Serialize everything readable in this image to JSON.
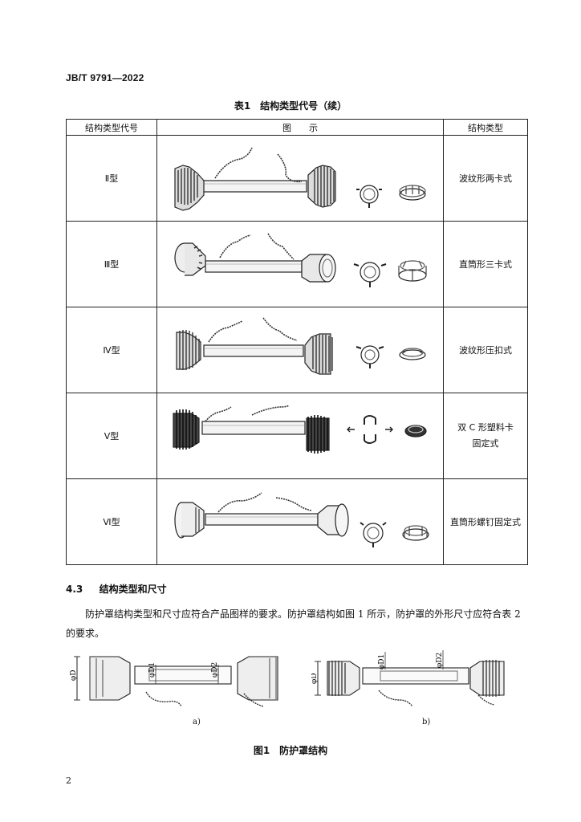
{
  "header": {
    "standard_no": "JB/T 9791—2022"
  },
  "table1": {
    "caption": "表1　结构类型代号（续）",
    "headers": [
      "结构类型代号",
      "图　　示",
      "结构类型"
    ],
    "rows": [
      {
        "code": "Ⅱ型",
        "type": "波纹形两卡式",
        "icon": "corrugated-two-clamp-shaft-drawing"
      },
      {
        "code": "Ⅲ型",
        "type": "直筒形三卡式",
        "icon": "straight-three-clamp-shaft-drawing"
      },
      {
        "code": "Ⅳ型",
        "type": "波纹形压扣式",
        "icon": "corrugated-press-buckle-shaft-drawing"
      },
      {
        "code": "Ⅴ型",
        "type": "双 C 形塑料卡固定式",
        "icon": "double-c-plastic-clip-shaft-drawing"
      },
      {
        "code": "Ⅵ型",
        "type": "直筒形螺钉固定式",
        "icon": "straight-screw-fixed-shaft-drawing"
      }
    ]
  },
  "section": {
    "number": "4.3",
    "title": "结构类型和尺寸"
  },
  "paragraph": "防护罩结构类型和尺寸应符合产品图样的要求。防护罩结构如图 1 所示，防护罩的外形尺寸应符合表 2 的要求。",
  "figure1": {
    "caption": "图1　防护罩结构",
    "sub_a": "a)",
    "sub_b": "b)",
    "dim_labels": [
      "φD",
      "φD1",
      "φD2"
    ]
  },
  "page_number": "2"
}
